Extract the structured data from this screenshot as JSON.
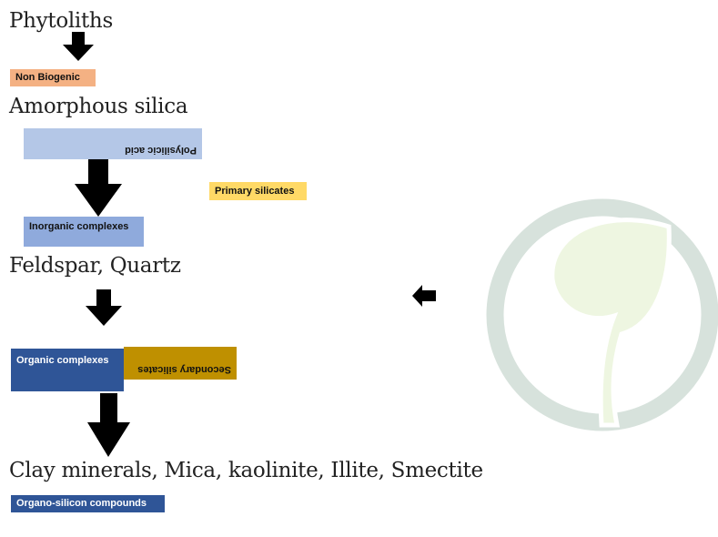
{
  "headings": {
    "phytoliths": "Phytoliths",
    "amorphous_silica": "Amorphous silica",
    "feldspar_quartz": "Feldspar, Quartz",
    "clay_minerals": "Clay minerals, Mica,  kaolinite, Illite, Smectite"
  },
  "boxes": {
    "non_biogenic": {
      "label": "Non Biogenic",
      "color": "#f4b183"
    },
    "polysilicic_acid": {
      "label": "Polysilicic acid",
      "color": "#b4c7e7"
    },
    "primary_silicates": {
      "label": "Primary silicates",
      "color": "#ffd966"
    },
    "inorganic_complexes": {
      "label": "Inorganic complexes",
      "color": "#8faadc"
    },
    "organic_complexes": {
      "label": "Organic complexes",
      "color": "#2f5597"
    },
    "secondary_silicates": {
      "label": "Secondary silicates",
      "color": "#bf9000"
    },
    "organo_silicon": {
      "label": "Organo-silicon compounds",
      "color": "#2f5597"
    }
  },
  "icons": {
    "arrow": "down-arrow-icon",
    "left_arrow": "left-arrow-icon",
    "watermark": "leaf-logo-watermark"
  }
}
